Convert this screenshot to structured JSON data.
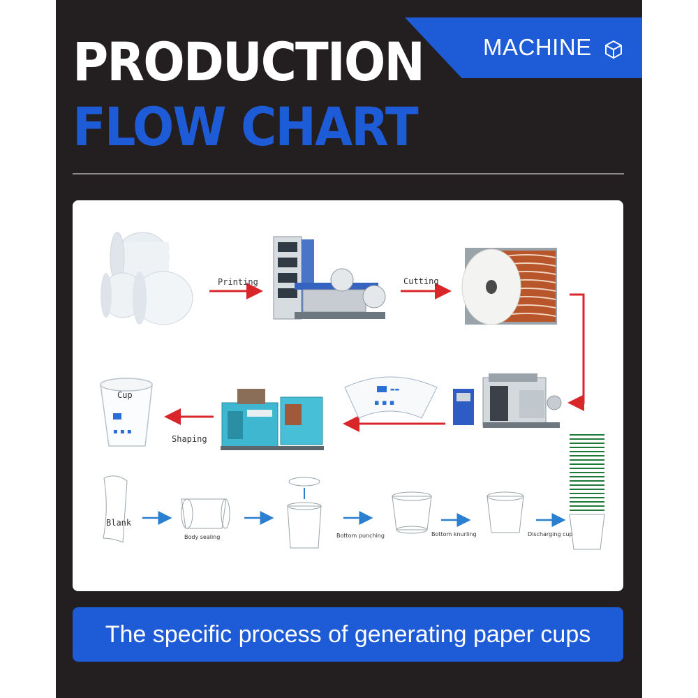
{
  "banner": {
    "label": "MACHINE",
    "icon": "cube-icon",
    "color": "#1e5bd6"
  },
  "title": {
    "line1": "PRODUCTION",
    "line2": "FLOW CHART"
  },
  "flow": {
    "steps": [
      {
        "from": "paper-rolls",
        "label": "Printing",
        "to": "printing-machine"
      },
      {
        "from": "printing-machine",
        "label": "Cutting",
        "to": "printed-roll"
      },
      {
        "from": "die-cutting-machine",
        "label": "",
        "to": "cup-fan"
      },
      {
        "from": "cup-forming-machine",
        "label": "Shaping",
        "to": "paper-cup"
      }
    ],
    "cup_label": "Cup",
    "process": [
      "Blank",
      "Body sealing",
      "Bottom punching",
      "Bottom knurling",
      "Discharging cup"
    ]
  },
  "caption": "The specific process of generating paper cups",
  "colors": {
    "background": "#231f20",
    "accent": "#1e5bd6",
    "arrow_red": "#d9262b",
    "arrow_blue": "#2a7fd0"
  }
}
